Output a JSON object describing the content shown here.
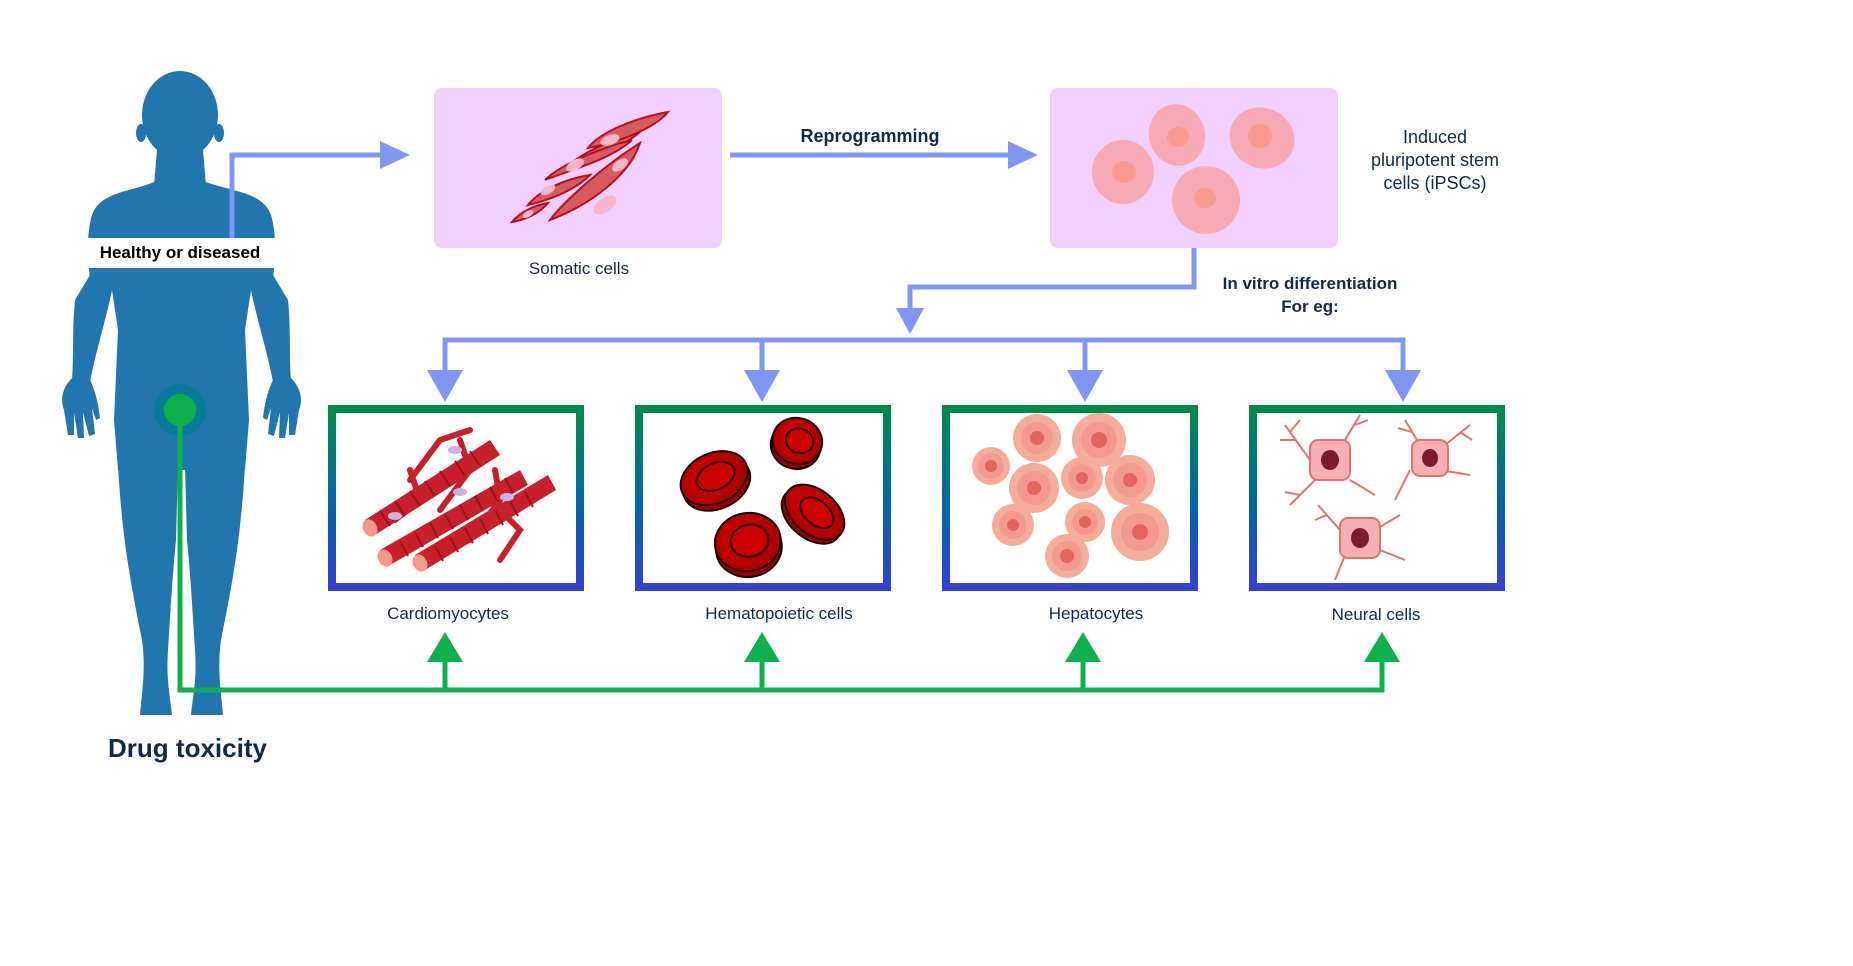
{
  "figure": {
    "subject_label": "Healthy or diseased",
    "bottom_label": "Drug toxicity",
    "colors": {
      "body": "#2176ad",
      "flow_arrow": "#7f97f2",
      "toxicity_arrow": "#0db14b",
      "panel_fill": "#f1cfff",
      "box_border_top": "#008a4a",
      "box_border_bottom": "#3344cc",
      "text": "#0f2a4a"
    }
  },
  "top_row": {
    "somatic": {
      "label": "Somatic cells",
      "icon": "somatic-cells-icon"
    },
    "reprogramming_label": "Reprogramming",
    "ipsc": {
      "label_lines": [
        "Induced",
        "pluripotent stem",
        "cells (iPSCs)"
      ],
      "icon": "ipsc-cells-icon"
    },
    "differentiation_label_lines": [
      "In vitro differentiation",
      "For eg:"
    ]
  },
  "cell_types": [
    {
      "label": "Cardiomyocytes",
      "icon": "cardiomyocytes-icon"
    },
    {
      "label": "Hematopoietic cells",
      "icon": "red-blood-cells-icon"
    },
    {
      "label": "Hepatocytes",
      "icon": "hepatocytes-icon"
    },
    {
      "label": "Neural cells",
      "icon": "neural-cells-icon"
    }
  ]
}
